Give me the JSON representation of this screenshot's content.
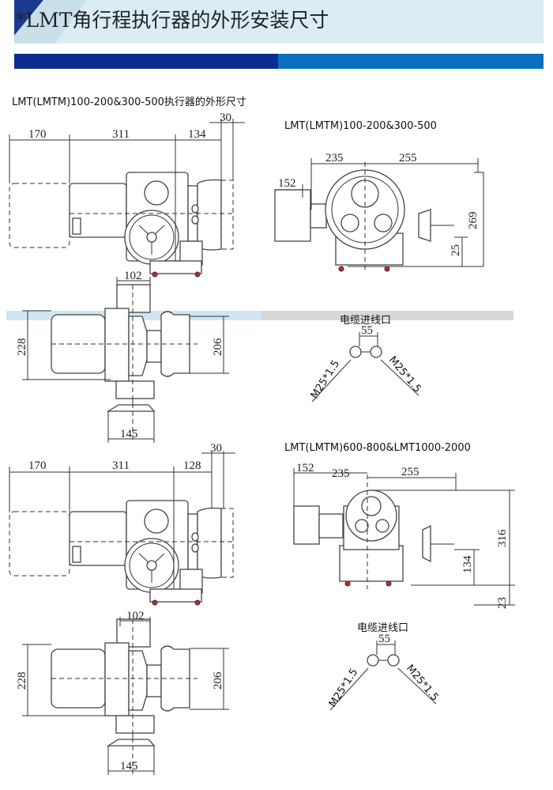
{
  "header": {
    "title": "*LMT角行程执行器的外形安装尺寸",
    "colors": {
      "band_light": "#dcecf4",
      "bar_dark": "#0a2d8f",
      "bar_light": "#0a6fc2",
      "accent_triangle": "#1a3a8f"
    }
  },
  "section1": {
    "title": "LMT(LMTM)100-200&300-500执行器的外形尺寸",
    "side_view": {
      "d1": "170",
      "d2": "311",
      "d3": "134",
      "d4": "30"
    },
    "front_view": {
      "title": "LMT(LMTM)100-200&300-500",
      "w1": "235",
      "w2": "255",
      "w3": "152",
      "h1": "269",
      "h2": "25"
    },
    "top_view": {
      "top": "102",
      "left": "228",
      "right": "206",
      "bottom": "145"
    },
    "cable": {
      "title": "电缆进线口",
      "spacing": "55",
      "thread_left": "M25*1.5",
      "thread_right": "M25*1.5"
    }
  },
  "section2": {
    "side_view": {
      "d1": "170",
      "d2": "311",
      "d3": "128",
      "d4": "30"
    },
    "front_view": {
      "title": "LMT(LMTM)600-800&LMT1000-2000",
      "w1": "152",
      "w2": "235",
      "w3": "255",
      "h1": "316",
      "h2": "134",
      "h3": "23"
    },
    "top_view": {
      "top": "102",
      "left": "228",
      "right": "206",
      "bottom": "145"
    },
    "cable": {
      "title": "电缆进线口",
      "spacing": "55",
      "thread_left": "M25*1.5",
      "thread_right": "M25*1.5"
    }
  }
}
